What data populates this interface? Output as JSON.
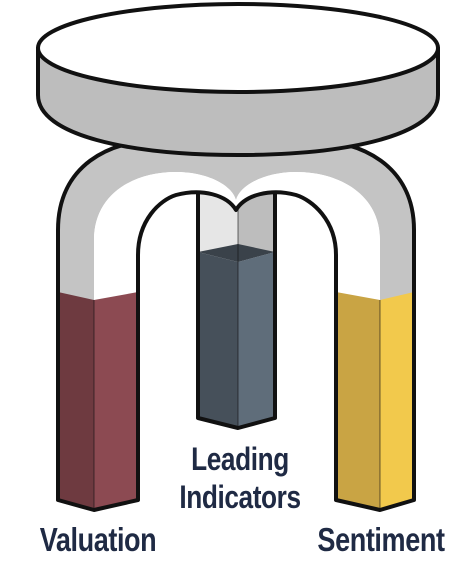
{
  "figure": {
    "labels": {
      "valuation": "Valuation",
      "leading_line1": "Leading",
      "leading_line2": "Indicators",
      "sentiment": "Sentiment"
    },
    "colors": {
      "seat_top": "#ffffff",
      "seat_side": "#bdbdbd",
      "frame_light": "#ffffff",
      "frame_shade": "#c4c4c4",
      "valuation_light": "#8c4a52",
      "valuation_dark": "#6e3a40",
      "leading_light": "#5f6d7a",
      "leading_dark": "#46505a",
      "leading_top": "#3a424a",
      "sentiment_light": "#f2c94c",
      "sentiment_dark": "#c9a444",
      "outline": "#111111",
      "text": "#1f2a44"
    }
  }
}
